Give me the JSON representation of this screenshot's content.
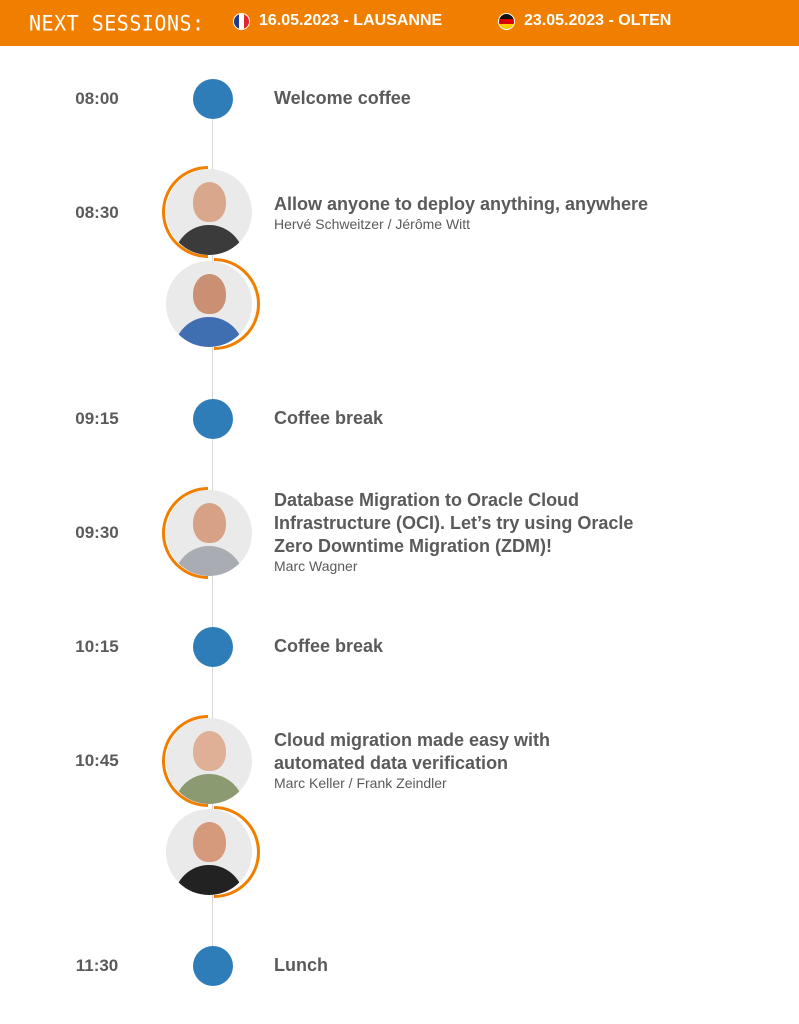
{
  "header": {
    "title": "NEXT SESSIONS:",
    "sessions": [
      {
        "label": "16.05.2023 - LAUSANNE",
        "flag_icon": "france-flag-icon"
      },
      {
        "label": "23.05.2023 - OLTEN",
        "flag_icon": "germany-flag-icon"
      }
    ]
  },
  "agenda": [
    {
      "time": "08:00",
      "title": "Welcome coffee"
    },
    {
      "time": "08:30",
      "title": "Allow anyone to deploy anything, anywhere",
      "speakers": "Hervé Schweitzer / Jérôme Witt"
    },
    {
      "time": "09:15",
      "title": "Coffee break"
    },
    {
      "time": "09:30",
      "title": "Database Migration to Oracle Cloud Infrastructure (OCI). Let’s try using Oracle Zero Downtime Migration (ZDM)!",
      "speakers": "Marc Wagner"
    },
    {
      "time": "10:15",
      "title": "Coffee break"
    },
    {
      "time": "10:45",
      "title": "Cloud migration made easy with automated data verification",
      "speakers": "Marc Keller / Frank Zeindler"
    },
    {
      "time": "11:30",
      "title": "Lunch"
    }
  ],
  "colors": {
    "accent": "#f07f00",
    "dot": "#2e7db8",
    "text": "#5a5a5a"
  }
}
